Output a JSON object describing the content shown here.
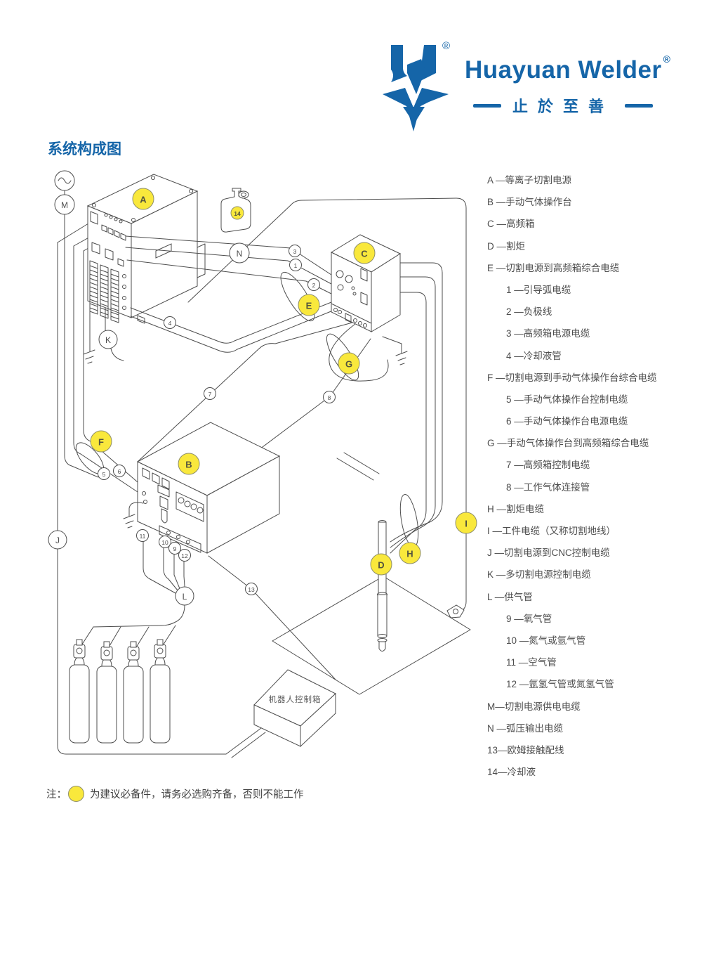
{
  "header": {
    "brand": "Huayuan Welder",
    "registered": "®",
    "slogan": "止於至善"
  },
  "title": "系统构成图",
  "diagram": {
    "robot_box_label": "机器人控制箱",
    "labels": {
      "A": "A",
      "B": "B",
      "C": "C",
      "D": "D",
      "E": "E",
      "F": "F",
      "G": "G",
      "H": "H",
      "I": "I",
      "J": "J",
      "K": "K",
      "L": "L",
      "M": "M",
      "N": "N",
      "n1": "1",
      "n2": "2",
      "n3": "3",
      "n4": "4",
      "n5": "5",
      "n6": "6",
      "n7": "7",
      "n8": "8",
      "n9": "9",
      "n10": "10",
      "n11": "11",
      "n12": "12",
      "n13": "13",
      "n14": "14"
    }
  },
  "legend": {
    "items": [
      {
        "text": "A —等离子切割电源",
        "indent": false
      },
      {
        "text": "B —手动气体操作台",
        "indent": false
      },
      {
        "text": "C —高频箱",
        "indent": false
      },
      {
        "text": "D —割炬",
        "indent": false
      },
      {
        "text": "E —切割电源到高频箱综合电缆",
        "indent": false
      },
      {
        "text": "1 —引导弧电缆",
        "indent": true
      },
      {
        "text": "2 —负极线",
        "indent": true
      },
      {
        "text": "3 —高频箱电源电缆",
        "indent": true
      },
      {
        "text": "4 —冷却液管",
        "indent": true
      },
      {
        "text": "F —切割电源到手动气体操作台综合电缆",
        "indent": false
      },
      {
        "text": "5 —手动气体操作台控制电缆",
        "indent": true
      },
      {
        "text": "6 —手动气体操作台电源电缆",
        "indent": true
      },
      {
        "text": "G —手动气体操作台到高频箱综合电缆",
        "indent": false
      },
      {
        "text": "7 —高频箱控制电缆",
        "indent": true
      },
      {
        "text": "8 —工作气体连接管",
        "indent": true
      },
      {
        "text": "H —割炬电缆",
        "indent": false
      },
      {
        "text": "I —工件电缆（又称切割地线）",
        "indent": false
      },
      {
        "text": "J —切割电源到CNC控制电缆",
        "indent": false
      },
      {
        "text": "K —多切割电源控制电缆",
        "indent": false
      },
      {
        "text": "L —供气管",
        "indent": false
      },
      {
        "text": "9 —氧气管",
        "indent": true
      },
      {
        "text": "10 —氮气或氩气管",
        "indent": true
      },
      {
        "text": "11 —空气管",
        "indent": true
      },
      {
        "text": "12 —氩氢气管或氮氢气管",
        "indent": true
      },
      {
        "text": "M—切割电源供电电缆",
        "indent": false
      },
      {
        "text": "N —弧压输出电缆",
        "indent": false
      },
      {
        "text": "13—欧姆接触配线",
        "indent": false
      },
      {
        "text": "14—冷却液",
        "indent": false
      }
    ]
  },
  "note": {
    "prefix": "注：",
    "text": "为建议必备件，请务必选购齐备，否则不能工作"
  },
  "colors": {
    "brand_blue": "#1565a8",
    "highlight_yellow": "#f9e83c",
    "line_gray": "#4d4d4d"
  }
}
